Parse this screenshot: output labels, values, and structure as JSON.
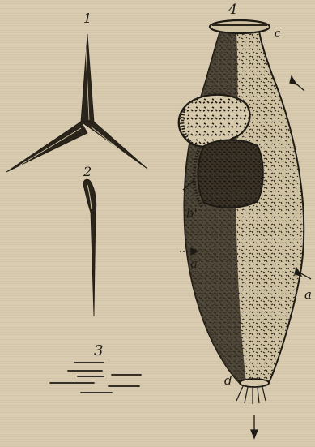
{
  "figure_labels": {
    "fig1": "1",
    "fig2": "2",
    "fig3": "3",
    "fig4": "4",
    "a_left": "a",
    "a_right": "a",
    "b_prime": "b'",
    "c": "c",
    "d": "d"
  },
  "colors": {
    "paper": "#d8cbb0",
    "ink": "#1e1a14"
  }
}
